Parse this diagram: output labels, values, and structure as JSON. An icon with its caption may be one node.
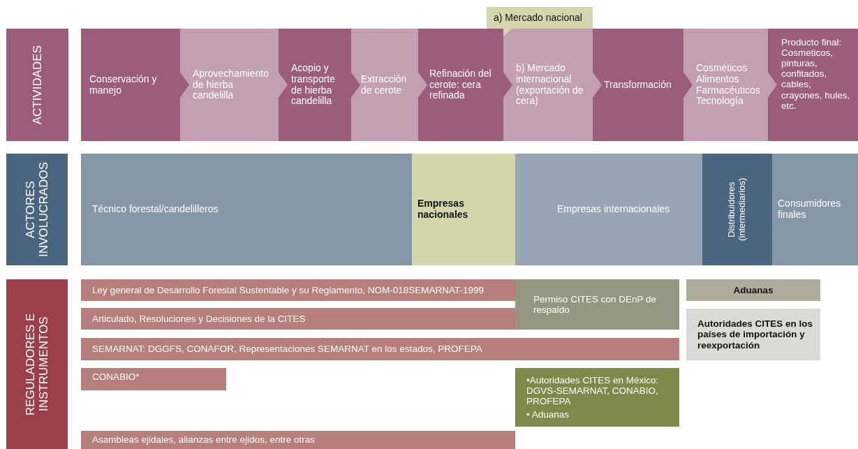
{
  "diagram": {
    "nodes": [
      {
        "text": [
          "a) Mercado nacional"
        ]
      },
      {
        "text": [
          "ACTIVIDADES"
        ]
      },
      {
        "text": [
          "Conservación y manejo"
        ]
      },
      {
        "text": [
          "Aprovechamiento de hierba candelilla"
        ]
      },
      {
        "text": [
          "Acopio y transporte de hierba candelilla"
        ]
      },
      {
        "text": [
          "Extracción de cerote"
        ]
      },
      {
        "text": [
          "Refinación del cerote: cera refinada"
        ]
      },
      {
        "text": [
          "b) Mercado internacional (exportación de cera)"
        ]
      },
      {
        "text": [
          "Transformación"
        ]
      },
      {
        "text": [
          "Cosméticos Alimentos Farmacéuticos Tecnología"
        ]
      },
      {
        "text": [
          "Producto final: Cosmeticos, pinturas, confitados, cables, crayones, hules, etc."
        ]
      },
      {
        "text": [
          "ACTORES INVOLUCRADOS"
        ]
      },
      {
        "text": [
          "Técnico forestal/candelilleros"
        ]
      },
      {
        "text": [
          "Empresas nacionales"
        ]
      },
      {
        "text": [
          "Empresas internacionales"
        ]
      },
      {
        "text": [
          "Distribuidores (intermediarios)"
        ]
      },
      {
        "text": [
          "Consumidores finales"
        ]
      },
      {
        "text": [
          "REGULADORES E INSTRUMENTOS"
        ]
      },
      {
        "text": [
          "Ley general de Desarrollo Forestal Sustentable y su Reglamento, NOM-018SEMARNAT-1999"
        ]
      },
      {
        "text": [
          "Permiso CITES con DEnP de respaldo"
        ]
      },
      {
        "text": [
          "Aduanas"
        ]
      },
      {
        "text": [
          "Articulado, Resoluciones y Decisiones de la CITES"
        ]
      },
      {
        "text": [
          "Autoridades CITES en los países de importación y reexportación"
        ]
      },
      {
        "text": [
          "SEMARNAT: DGGFS, CONAFOR, Representaciones SEMARNAT en los estados, PROFEPA"
        ]
      },
      {
        "text": [
          "CONABIO*"
        ]
      },
      {
        "text": [
          "•Autoridades CITES en México: DGVS-SEMARNAT, CONABIO, PROFEPA",
          "• Aduanas"
        ]
      },
      {
        "text": [
          "Asambleas ejidales, alianzas entre ejidos, entre otras"
        ]
      }
    ],
    "edges": [
      {
        "from": 2,
        "to": 3,
        "arrow": "to"
      },
      {
        "from": 3,
        "to": 4,
        "arrow": "to"
      },
      {
        "from": 4,
        "to": 5,
        "arrow": "to"
      },
      {
        "from": 5,
        "to": 6,
        "arrow": "to"
      },
      {
        "from": 6,
        "to": 7,
        "arrow": "to"
      },
      {
        "from": 7,
        "to": 8,
        "arrow": "to"
      },
      {
        "from": 8,
        "to": 9,
        "arrow": "to"
      },
      {
        "from": 9,
        "to": 10,
        "arrow": "to"
      },
      {
        "from": 0,
        "to": 7,
        "arrow": "to"
      }
    ]
  }
}
